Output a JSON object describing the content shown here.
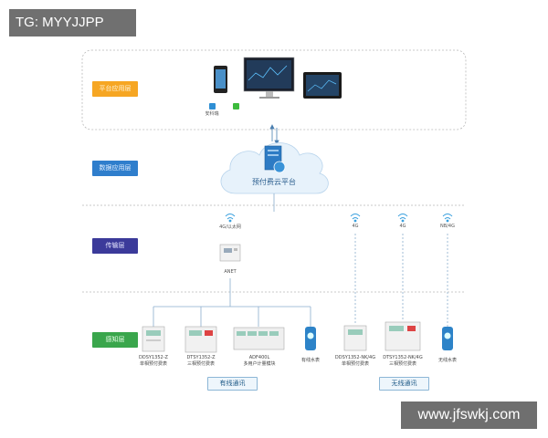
{
  "watermark_top_left": "TG: MYYJJPP",
  "watermark_bottom_right": "www.jfswkj.com",
  "layers": {
    "application": "平台应用层",
    "data": "数据应用层",
    "transport": "传输层",
    "perception": "感知层"
  },
  "cloud_label": "预付费云平台",
  "app_badge": "安科瑞",
  "network": {
    "ethernet_label": "4G/以太网",
    "gateway_label": "ANET",
    "wireless": [
      "4G",
      "4G",
      "NB/4G"
    ]
  },
  "devices": [
    {
      "model": "DDSY1352-Z",
      "desc": "单相预付费表"
    },
    {
      "model": "DTSY1352-Z",
      "desc": "三相预付费表"
    },
    {
      "model": "ADF400L",
      "desc": "多用户计量模块"
    },
    {
      "model": "",
      "desc": "有线水表"
    },
    {
      "model": "DDSY1352-NK/4G",
      "desc": "单相预付费表"
    },
    {
      "model": "DTSY1352-NK/4G",
      "desc": "三相预付费表"
    },
    {
      "model": "",
      "desc": "无线水表"
    }
  ],
  "comm": {
    "wired": "有线通讯",
    "wireless": "无线通讯"
  },
  "colors": {
    "label_orange": "#f6a623",
    "label_blue": "#2f7ecc",
    "label_purple": "#3b3a9a",
    "label_green": "#3aa64c",
    "dash": "#b9b9b9",
    "line": "#8aaecd"
  }
}
